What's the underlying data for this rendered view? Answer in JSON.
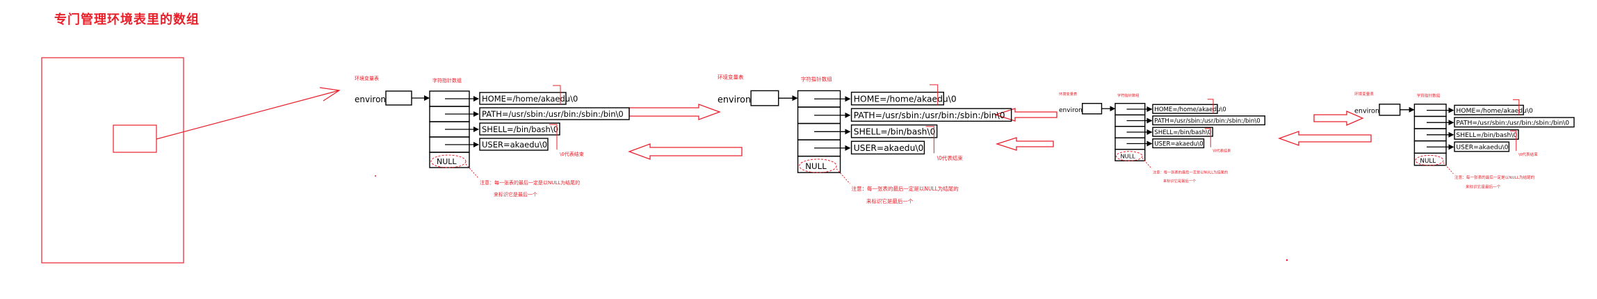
{
  "title": "专门管理环境表里的数组",
  "labels": {
    "env_var": "环境变量表",
    "char_ptr_array": "字符指针数组",
    "environ": "environ",
    "null_label": "NULL",
    "end_marker": "\\0代表结束",
    "note_line1": "注意：每一张表的最后一定是以NULL为结尾的",
    "note_line2": "来标识它是最后一个"
  },
  "entries": [
    "HOME=/home/akaedu\\0",
    "PATH=/usr/sbin:/usr/bin:/sbin:/bin\\0",
    "SHELL=/bin/bash\\0",
    "USER=akaedu\\0"
  ],
  "colors": {
    "accent": "#e8202a",
    "ink": "#000000"
  }
}
